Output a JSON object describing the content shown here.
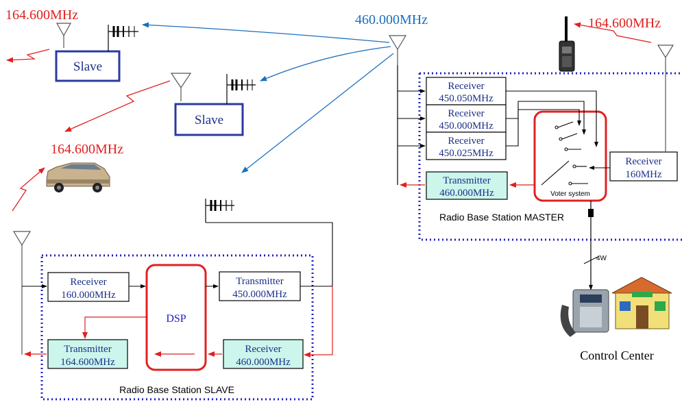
{
  "frequencies": {
    "top_left_red": "164.600MHz",
    "top_right_red": "164.600MHz",
    "blue_master": "460.000MHz",
    "mid_left_red": "164.600MHz"
  },
  "slaves": [
    {
      "label": "Slave"
    },
    {
      "label": "Slave"
    }
  ],
  "master": {
    "caption": "Radio Base Station MASTER",
    "receivers": [
      {
        "line1": "Receiver",
        "line2": "450.050MHz"
      },
      {
        "line1": "Receiver",
        "line2": "450.000MHz"
      },
      {
        "line1": "Receiver",
        "line2": "450.025MHz"
      }
    ],
    "transmitter": {
      "line1": "Transmitter",
      "line2": "460.000MHz"
    },
    "receiver_160": {
      "line1": "Receiver",
      "line2": "160MHz"
    },
    "voter_label": "Voter system",
    "link_label": "4W"
  },
  "slave_station": {
    "caption": "Radio Base Station SLAVE",
    "receiver_160": {
      "line1": "Receiver",
      "line2": "160.000MHz"
    },
    "transmitter_450": {
      "line1": "Transmitter",
      "line2": "450.000MHz"
    },
    "transmitter_164": {
      "line1": "Transmitter",
      "line2": "164.600MHz"
    },
    "receiver_460": {
      "line1": "Receiver",
      "line2": "460.000MHz"
    },
    "dsp_label": "DSP"
  },
  "control_center": {
    "label": "Control Center"
  },
  "colors": {
    "red": "#e02020",
    "blue": "#1a6fbf",
    "dotted_border": "#2020c0",
    "slave_box_border": "#2a3aa0",
    "teal_fill": "#ccf5ec",
    "dsp_border": "#e02020"
  }
}
